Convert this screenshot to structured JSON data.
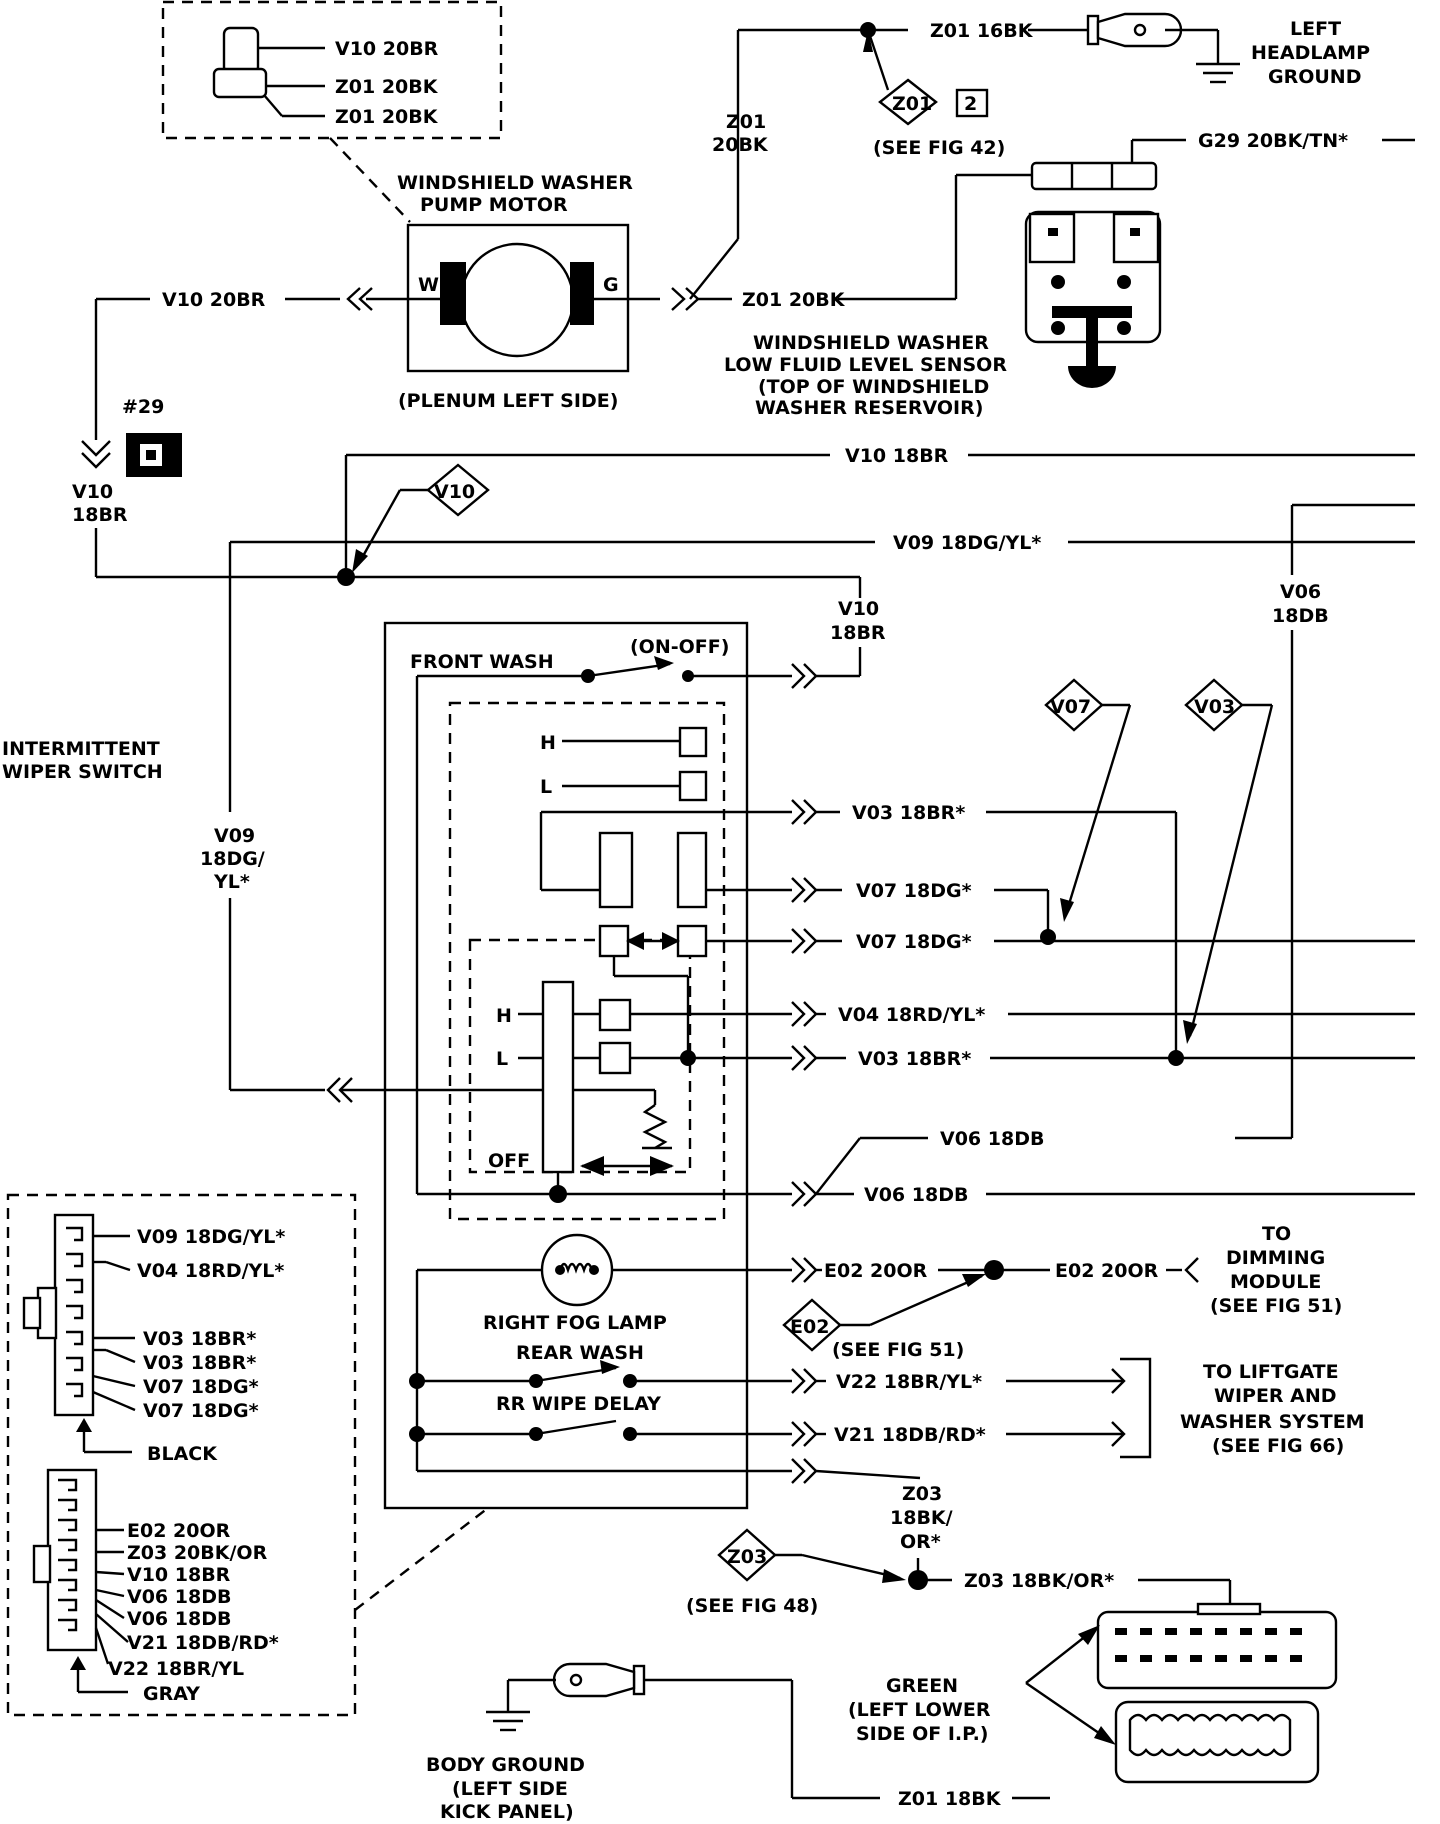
{
  "connector_top": {
    "pins": [
      "V10 20BR",
      "Z01 20BK",
      "Z01 20BK"
    ]
  },
  "pump_motor": {
    "title": [
      "WINDSHIELD WASHER",
      "PUMP MOTOR"
    ],
    "terminal_w": "W",
    "terminal_g": "G",
    "location": "(PLENUM LEFT SIDE)"
  },
  "ground_top": {
    "wire": "Z01 16BK",
    "label": [
      "LEFT",
      "HEADLAMP",
      "GROUND"
    ],
    "splice_tag": "Z01",
    "splice_num": "2",
    "see_fig": "(SEE FIG 42)"
  },
  "wires": {
    "z01_20bk_vert": [
      "Z01",
      "20BK"
    ],
    "z01_20bk": "Z01 20BK",
    "v10_20br": "V10 20BR",
    "g29": "G29 20BK/TN*",
    "v10_18br_vert": [
      "V10",
      "18BR"
    ],
    "v10_18br": "V10 18BR",
    "v09_18dg_yl": "V09 18DG/YL*",
    "v06_18db_vert": [
      "V06",
      "18DB"
    ],
    "v10_18br_b": [
      "V10",
      "18BR"
    ],
    "v09_vert": [
      "V09",
      "18DG/",
      "YL*"
    ],
    "v03_18br_a": "V03 18BR*",
    "v07_18dg_a": "V07 18DG*",
    "v07_18dg_b": "V07 18DG*",
    "v04_18rd_yl": "V04 18RD/YL*",
    "v03_18br_b": "V03 18BR*",
    "v06_18db_a": "V06 18DB",
    "v06_18db_b": "V06 18DB",
    "e02_20or_a": "E02 20OR",
    "e02_20or_b": "E02 20OR",
    "v22": "V22 18BR/YL*",
    "v21": "V21 18DB/RD*",
    "z03_vert": [
      "Z03",
      "18BK/",
      "OR*"
    ],
    "z03": "Z03 18BK/OR*",
    "z01_18bk": "Z01 18BK"
  },
  "sensor": {
    "label": [
      "WINDSHIELD WASHER",
      "LOW FLUID LEVEL SENSOR",
      "(TOP OF WINDSHIELD",
      "WASHER RESERVOIR)"
    ]
  },
  "connector_29": "#29",
  "splices": {
    "v10": "V10",
    "v07": "V07",
    "v03": "V03",
    "e02": "E02",
    "z03": "Z03"
  },
  "switch": {
    "title": [
      "INTERMITTENT",
      "WIPER SWITCH"
    ],
    "front_wash": "FRONT WASH",
    "on_off": "(ON-OFF)",
    "h": "H",
    "l": "L",
    "h2": "H",
    "l2": "L",
    "off": "OFF",
    "fog": "RIGHT FOG LAMP",
    "rear_wash": "REAR WASH",
    "rr_wipe": "RR WIPE DELAY"
  },
  "dimming": {
    "label": [
      "TO",
      "DIMMING",
      "MODULE",
      "(SEE FIG 51)"
    ],
    "see_fig_e02": "(SEE FIG 51)"
  },
  "liftgate": {
    "label": [
      "TO LIFTGATE",
      "WIPER AND",
      "WASHER SYSTEM",
      "(SEE FIG 66)"
    ]
  },
  "z03_see_fig": "(SEE FIG 48)",
  "green_conn": {
    "label": [
      "GREEN",
      "(LEFT LOWER",
      "SIDE OF I.P.)"
    ]
  },
  "body_ground": {
    "label": [
      "BODY GROUND",
      "(LEFT SIDE",
      "KICK PANEL)"
    ]
  },
  "black_conn": {
    "pins": [
      "V09 18DG/YL*",
      "V04 18RD/YL*",
      "V03 18BR*",
      "V03 18BR*",
      "V07 18DG*",
      "V07 18DG*"
    ],
    "color": "BLACK"
  },
  "gray_conn": {
    "pins": [
      "E02 20OR",
      "Z03 20BK/OR",
      "V10 18BR",
      "V06 18DB",
      "V06 18DB",
      "V21 18DB/RD*",
      "V22 18BR/YL"
    ],
    "color": "GRAY"
  }
}
